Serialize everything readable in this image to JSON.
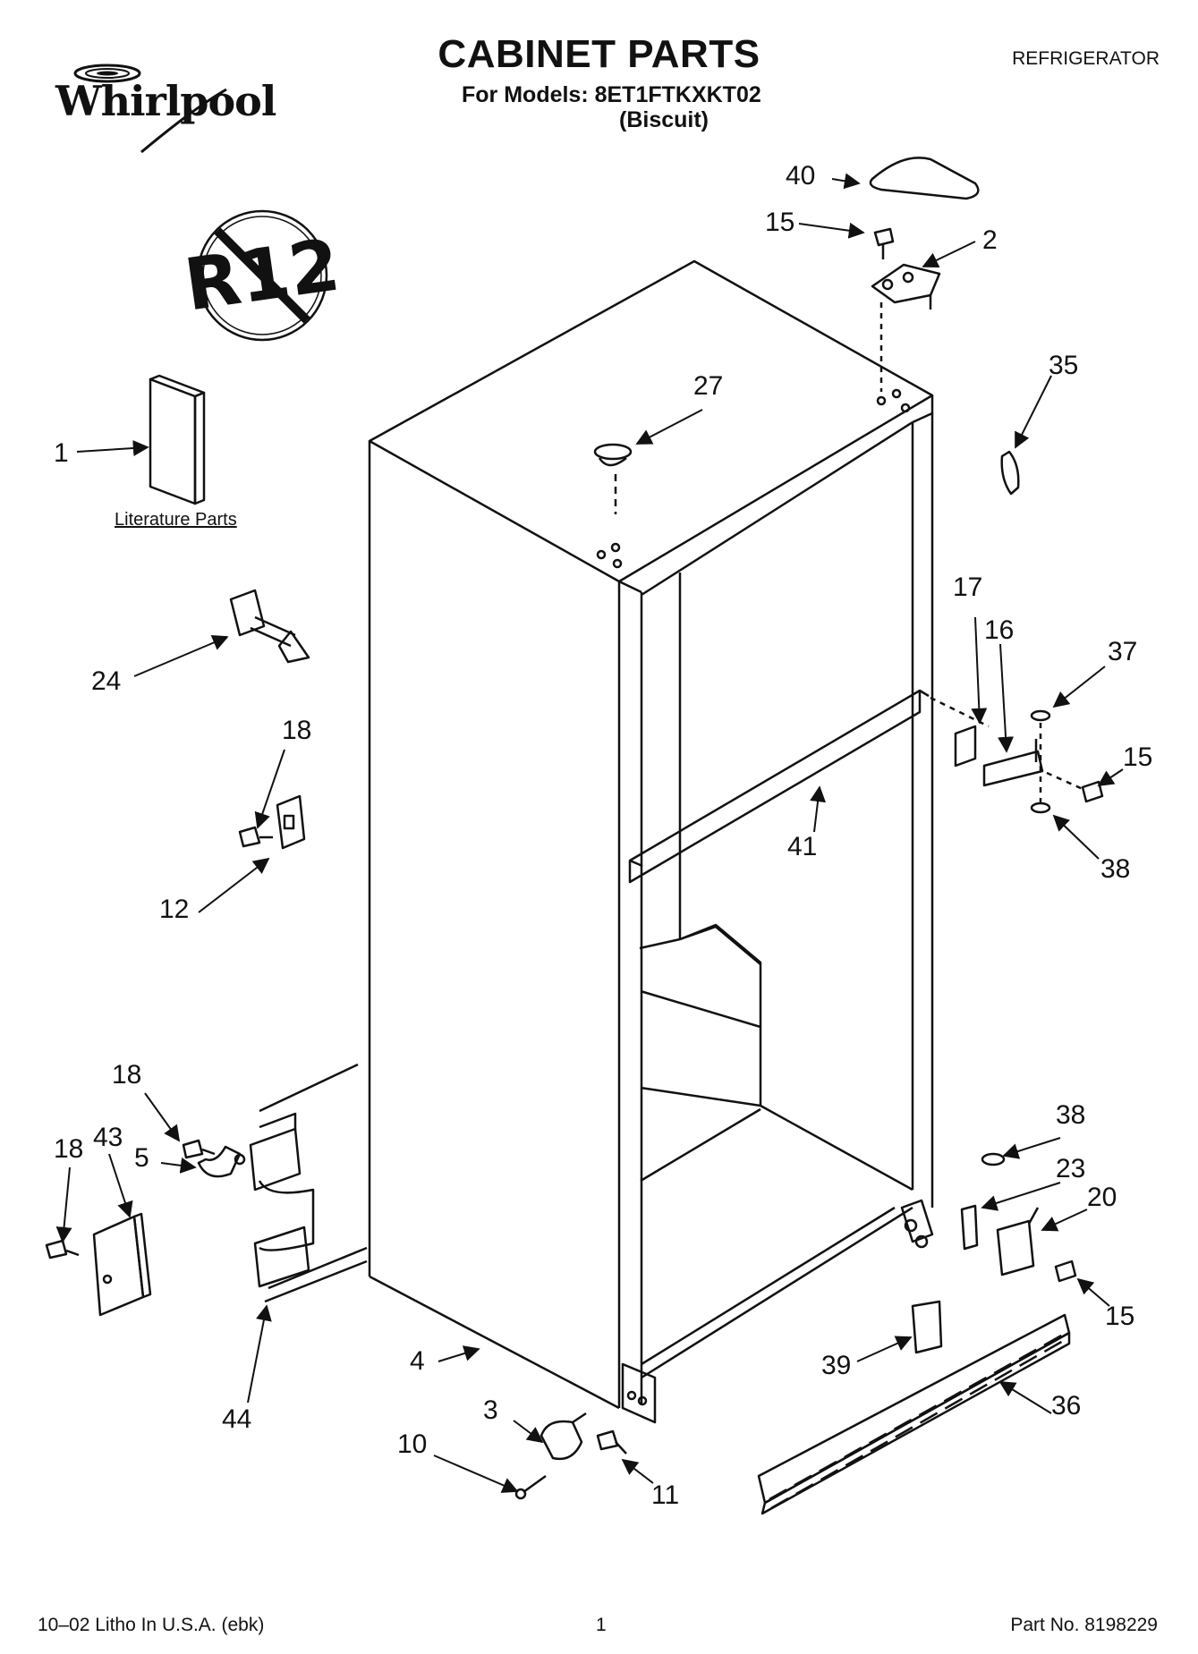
{
  "header": {
    "title": "CABINET PARTS",
    "models": "For Models: 8ET1FTKXKT02",
    "color": "(Biscuit)",
    "category": "REFRIGERATOR",
    "brand": "Whirlpool"
  },
  "literature_label": "Literature Parts",
  "badge_text": "R12",
  "footer": {
    "left": "10–02 Litho In U.S.A. (ebk)",
    "center": "1",
    "right": "Part No. 8198229"
  },
  "callouts": [
    {
      "id": "c40",
      "label": "40"
    },
    {
      "id": "c15a",
      "label": "15"
    },
    {
      "id": "c2",
      "label": "2"
    },
    {
      "id": "c35",
      "label": "35"
    },
    {
      "id": "c27",
      "label": "27"
    },
    {
      "id": "c1",
      "label": "1"
    },
    {
      "id": "c24",
      "label": "24"
    },
    {
      "id": "c17",
      "label": "17"
    },
    {
      "id": "c16",
      "label": "16"
    },
    {
      "id": "c37",
      "label": "37"
    },
    {
      "id": "c15b",
      "label": "15"
    },
    {
      "id": "c41",
      "label": "41"
    },
    {
      "id": "c38a",
      "label": "38"
    },
    {
      "id": "c18a",
      "label": "18"
    },
    {
      "id": "c12",
      "label": "12"
    },
    {
      "id": "c18b",
      "label": "18"
    },
    {
      "id": "c43",
      "label": "43"
    },
    {
      "id": "c18c",
      "label": "18"
    },
    {
      "id": "c5",
      "label": "5"
    },
    {
      "id": "c38b",
      "label": "38"
    },
    {
      "id": "c23",
      "label": "23"
    },
    {
      "id": "c20",
      "label": "20"
    },
    {
      "id": "c15c",
      "label": "15"
    },
    {
      "id": "c4",
      "label": "4"
    },
    {
      "id": "c39",
      "label": "39"
    },
    {
      "id": "c36",
      "label": "36"
    },
    {
      "id": "c44",
      "label": "44"
    },
    {
      "id": "c3",
      "label": "3"
    },
    {
      "id": "c10",
      "label": "10"
    },
    {
      "id": "c11",
      "label": "11"
    }
  ]
}
